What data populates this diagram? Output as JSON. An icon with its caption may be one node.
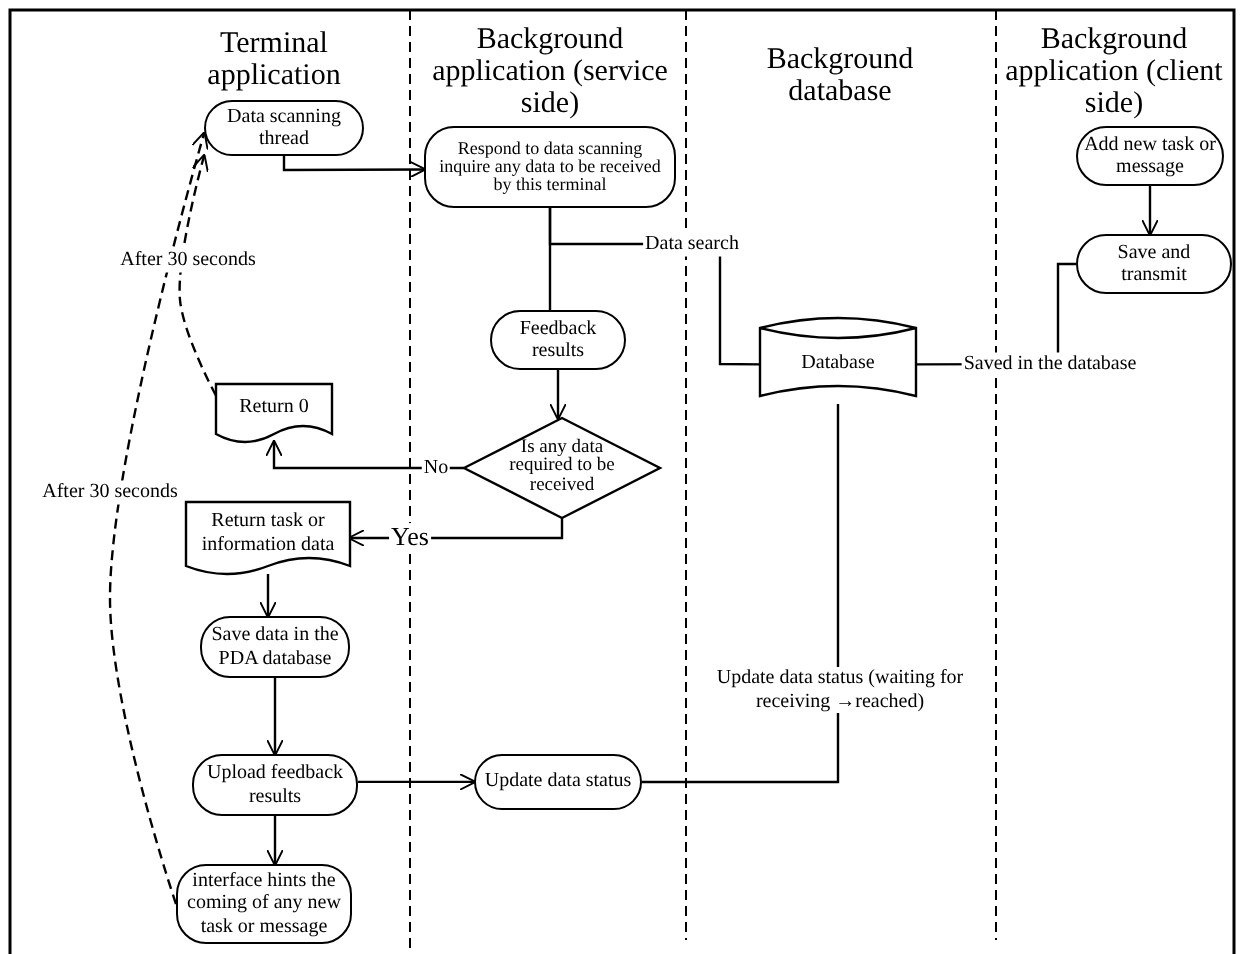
{
  "diagram": {
    "nodes": [
      {
        "text": [
          "Data scanning thread"
        ]
      },
      {
        "text": [
          "Respond to data scanning inquire any data to be received by this terminal"
        ]
      },
      {
        "text": [
          "Add new task or message"
        ]
      },
      {
        "text": [
          "Save and transmit"
        ]
      },
      {
        "text": [
          "Feedback results"
        ]
      },
      {
        "text": [
          "Database"
        ]
      },
      {
        "text": [
          "Return 0"
        ]
      },
      {
        "text": [
          "Is any data required to be received"
        ]
      },
      {
        "text": [
          "Return task or information data"
        ]
      },
      {
        "text": [
          "Save data in the PDA database"
        ]
      },
      {
        "text": [
          "Upload feedback results"
        ]
      },
      {
        "text": [
          "Update data status"
        ]
      },
      {
        "text": [
          "interface hints the coming of any new task or message"
        ]
      }
    ],
    "edges": [
      {
        "from": 0,
        "to": 1,
        "arrow": "to"
      },
      {
        "from": 1,
        "to": 4,
        "arrow": "none"
      },
      {
        "from": 1,
        "to": 5,
        "arrow": "none",
        "label": "Data search"
      },
      {
        "from": 4,
        "to": 7,
        "arrow": "to"
      },
      {
        "from": 7,
        "to": 6,
        "arrow": "to",
        "label": "No"
      },
      {
        "from": 7,
        "to": 8,
        "arrow": "to",
        "label": "Yes"
      },
      {
        "from": 8,
        "to": 9,
        "arrow": "to"
      },
      {
        "from": 9,
        "to": 10,
        "arrow": "to"
      },
      {
        "from": 10,
        "to": 12,
        "arrow": "to"
      },
      {
        "from": 10,
        "to": 11,
        "arrow": "to"
      },
      {
        "from": 3,
        "to": 5,
        "arrow": "none",
        "label": "Saved in the database"
      },
      {
        "from": 5,
        "to": 11,
        "arrow": "none",
        "label": "Update data status (waiting for receiving →reached)"
      },
      {
        "from": 6,
        "to": 0,
        "arrow": "to",
        "style": "dashed",
        "label": "After 30 seconds"
      },
      {
        "from": 12,
        "to": 0,
        "arrow": "to",
        "style": "dashed",
        "label": "After 30 seconds"
      },
      {
        "from": 2,
        "to": 3,
        "arrow": "to"
      }
    ],
    "labels": [
      "Terminal application",
      "Background application (service side)",
      "Background database",
      "Background application (client side)"
    ]
  }
}
